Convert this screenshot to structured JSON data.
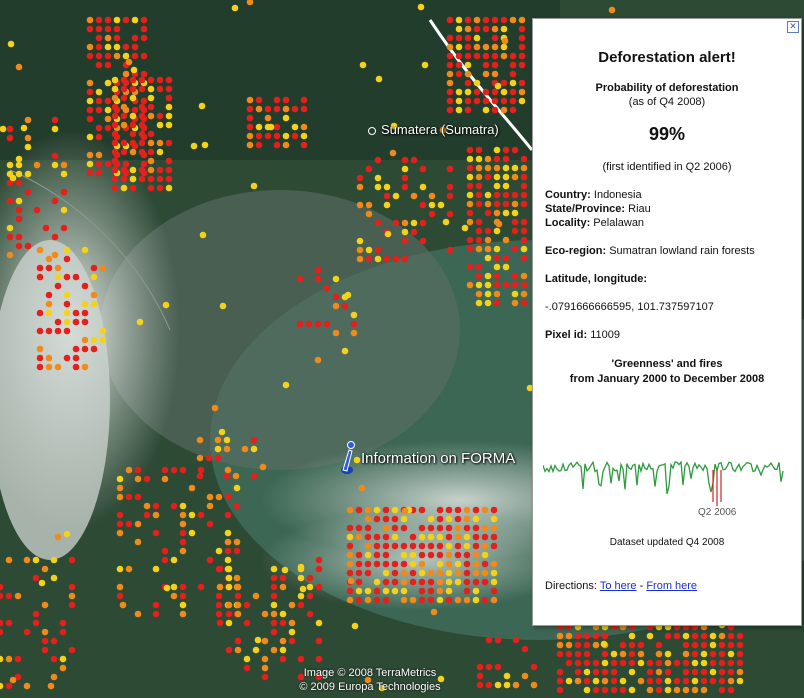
{
  "map": {
    "place_label": "Sumatera (Sumatra)",
    "info_label": "Information on FORMA",
    "copyright_1": "Image © 2008 TerraMetrics",
    "copyright_2": "© 2009 Europa Technologies",
    "colors": {
      "high": "#e3201b",
      "mid": "#f08a1a",
      "low": "#f5d21a"
    }
  },
  "balloon": {
    "close": "✕",
    "title": "Deforestation alert!",
    "prob_label": "Probability of deforestation",
    "as_of": "(as of Q4 2008)",
    "percent": "99%",
    "first_identified": "(first identified in Q2 2006)",
    "country_label": "Country:",
    "country": "Indonesia",
    "state_label": "State/Province:",
    "state": "Riau",
    "locality_label": "Locality:",
    "locality": "Pelalawan",
    "eco_label": "Eco-region:",
    "eco": "Sumatran lowland rain forests",
    "latlng_label": "Latitude, longitude:",
    "latlng": "-.0791666666595, 101.737597107",
    "pixel_label": "Pixel id:",
    "pixel": "11009",
    "chart_title_1": "'Greenness' and fires",
    "chart_title_2": "from January 2000 to December 2008",
    "chart_marker": "Q2 2006",
    "updated": "Dataset updated Q4 2008",
    "directions_label": "Directions:",
    "to_here": "To here",
    "separator": " - ",
    "from_here": "From here"
  }
}
